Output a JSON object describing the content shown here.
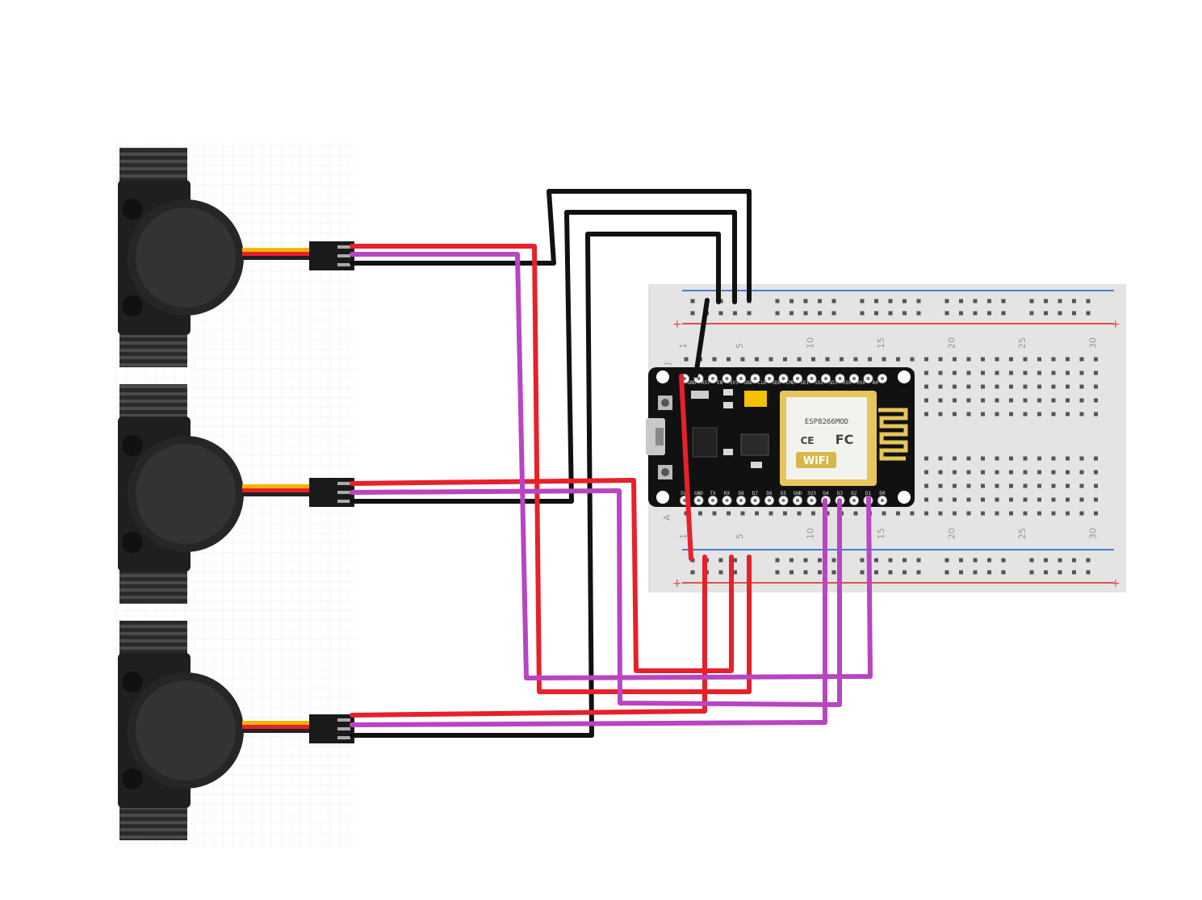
{
  "breadboard": {
    "column_numbers": [
      "1",
      "5",
      "10",
      "15",
      "20",
      "25",
      "30"
    ],
    "row_letters": {
      "top": "J",
      "bottom": "A"
    },
    "rail_signs": {
      "plus": "+",
      "minus": "-"
    }
  },
  "nodemcu": {
    "top_pins": [
      "GND",
      "RST",
      "EN",
      "3V3",
      "GND",
      "CLK",
      "SD0",
      "CMD",
      "SD1",
      "SD2",
      "SD3",
      "RSV",
      "RSV",
      "A0"
    ],
    "bottom_pins": [
      "3V3",
      "GND",
      "TX",
      "RX",
      "D8",
      "D7",
      "D6",
      "D5",
      "GND",
      "3V3",
      "D4",
      "D3",
      "D2",
      "D1",
      "D0"
    ],
    "module_label": "ESP8266MOD",
    "wifi_label": "WiFi",
    "fc_label": "FC",
    "ce_label": "CE"
  },
  "sensors": [
    {
      "id": "sensor-1"
    },
    {
      "id": "sensor-2"
    },
    {
      "id": "sensor-3"
    }
  ],
  "colors": {
    "vcc_wire": "#e8202a",
    "gnd_wire": "#111111",
    "signal_wire": "#b845c2",
    "sensor_red": "#e8202a",
    "sensor_yellow": "#f5b400",
    "breadboard": "#e4e4e4",
    "rail_blue": "#4a7fd0",
    "rail_red": "#e05040"
  }
}
